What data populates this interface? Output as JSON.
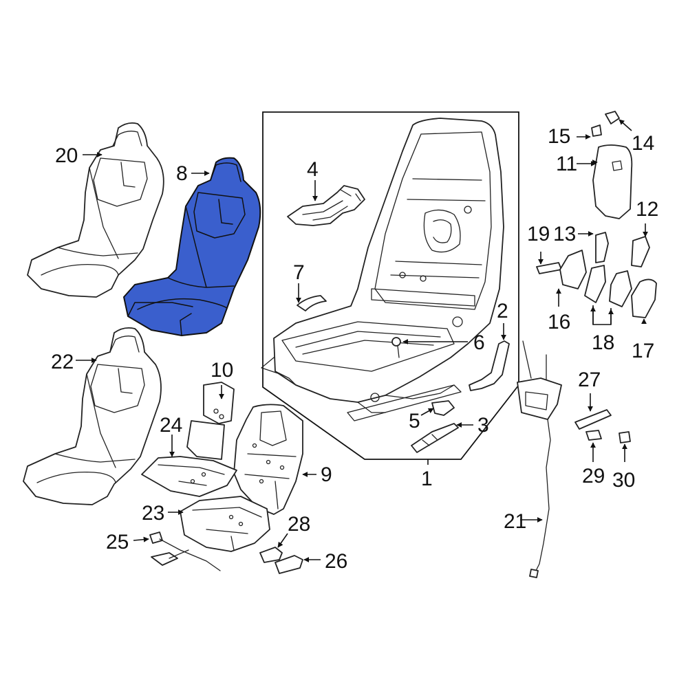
{
  "highlight_color": "#3a5fcd",
  "callouts": [
    {
      "id": "1",
      "text": "1"
    },
    {
      "id": "2",
      "text": "2"
    },
    {
      "id": "3",
      "text": "3"
    },
    {
      "id": "4",
      "text": "4"
    },
    {
      "id": "5",
      "text": "5"
    },
    {
      "id": "6",
      "text": "6"
    },
    {
      "id": "7",
      "text": "7"
    },
    {
      "id": "8",
      "text": "8"
    },
    {
      "id": "9",
      "text": "9"
    },
    {
      "id": "10",
      "text": "10"
    },
    {
      "id": "11",
      "text": "11"
    },
    {
      "id": "12",
      "text": "12"
    },
    {
      "id": "13",
      "text": "13"
    },
    {
      "id": "14",
      "text": "14"
    },
    {
      "id": "15",
      "text": "15"
    },
    {
      "id": "16",
      "text": "16"
    },
    {
      "id": "17",
      "text": "17"
    },
    {
      "id": "18",
      "text": "18"
    },
    {
      "id": "19",
      "text": "19"
    },
    {
      "id": "20",
      "text": "20"
    },
    {
      "id": "21",
      "text": "21"
    },
    {
      "id": "22",
      "text": "22"
    },
    {
      "id": "23",
      "text": "23"
    },
    {
      "id": "24",
      "text": "24"
    },
    {
      "id": "25",
      "text": "25"
    },
    {
      "id": "26",
      "text": "26"
    },
    {
      "id": "27",
      "text": "27"
    },
    {
      "id": "28",
      "text": "28"
    },
    {
      "id": "29",
      "text": "29"
    },
    {
      "id": "30",
      "text": "30"
    }
  ]
}
